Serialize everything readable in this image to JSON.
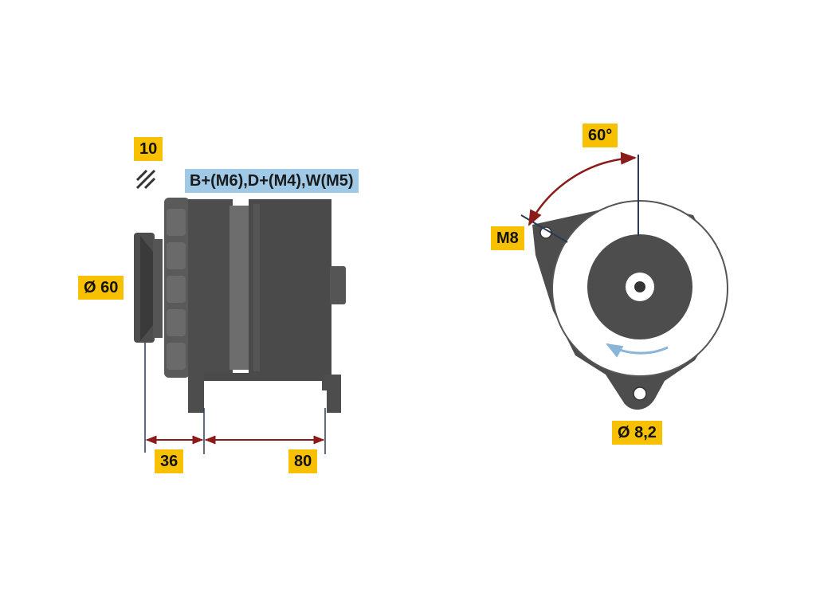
{
  "labels": {
    "ten": "10",
    "terminals": "B+(M6),D+(M4),W(M5)",
    "pulley_diameter": "Ø 60",
    "dim_36": "36",
    "dim_80": "80",
    "angle": "60°",
    "thread": "M8",
    "hole_diameter": "Ø 8,2"
  },
  "colors": {
    "label_bg": "#f7c000",
    "terminal_bg": "#9fc9e6",
    "body_dark": "#4d4d4d",
    "dimension_line": "#2a3a55",
    "arc_angle": "#8b1a1a",
    "rotation_arrow": "#8ab4d8"
  },
  "icons": {
    "hatch": "hatched-square-icon"
  }
}
